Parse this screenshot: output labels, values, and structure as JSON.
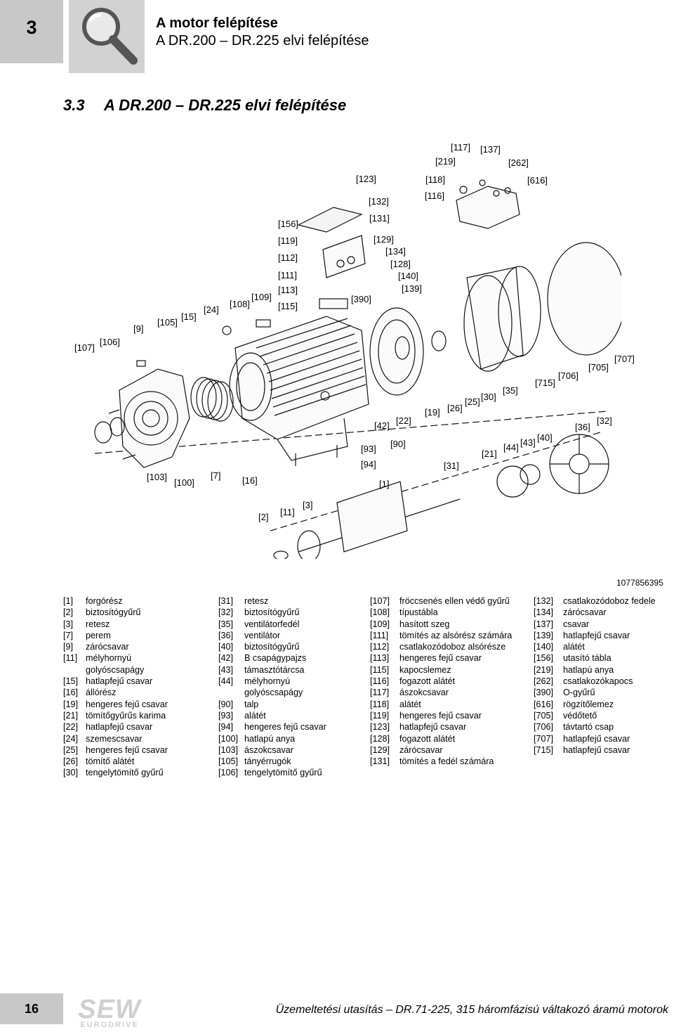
{
  "header": {
    "chapter": "3",
    "title": "A motor felépítése",
    "subtitle": "A DR.200 – DR.225 elvi felépítése",
    "icon": "magnifier-icon"
  },
  "section": {
    "number": "3.3",
    "title": "A DR.200 – DR.225 elvi felépítése"
  },
  "drawing": {
    "doc_id": "1077856395",
    "callouts": {
      "c117": "[117]",
      "c137": "[137]",
      "c219": "[219]",
      "c262": "[262]",
      "c123": "[123]",
      "c118": "[118]",
      "c616": "[616]",
      "c116": "[116]",
      "c132": "[132]",
      "c131": "[131]",
      "c156": "[156]",
      "c119": "[119]",
      "c129": "[129]",
      "c134": "[134]",
      "c112": "[112]",
      "c128": "[128]",
      "c111": "[111]",
      "c140": "[140]",
      "c113": "[113]",
      "c139": "[139]",
      "c109": "[109]",
      "c390": "[390]",
      "c108": "[108]",
      "c115": "[115]",
      "c24": "[24]",
      "c15": "[15]",
      "c105": "[105]",
      "c9": "[9]",
      "c106": "[106]",
      "c107": "[107]",
      "c707": "[707]",
      "c705": "[705]",
      "c706": "[706]",
      "c715": "[715]",
      "c35": "[35]",
      "c30": "[30]",
      "c25": "[25]",
      "c26": "[26]",
      "c19": "[19]",
      "c22": "[22]",
      "c42": "[42]",
      "c32": "[32]",
      "c36": "[36]",
      "c40": "[40]",
      "c43": "[43]",
      "c44": "[44]",
      "c21": "[21]",
      "c90": "[90]",
      "c93": "[93]",
      "c94": "[94]",
      "c31": "[31]",
      "c1": "[1]",
      "c103": "[103]",
      "c100": "[100]",
      "c7": "[7]",
      "c16": "[16]",
      "c3": "[3]",
      "c11": "[11]",
      "c2": "[2]"
    }
  },
  "legend": {
    "col1": [
      {
        "num": "[1]",
        "text": "forgórész"
      },
      {
        "num": "[2]",
        "text": "biztosítógyűrű"
      },
      {
        "num": "[3]",
        "text": "retesz"
      },
      {
        "num": "[7]",
        "text": "perem"
      },
      {
        "num": "[9]",
        "text": "zárócsavar"
      },
      {
        "num": "[11]",
        "text": "mélyhornyú"
      },
      {
        "num": "",
        "text": "golyóscsapágy"
      },
      {
        "num": "[15]",
        "text": "hatlapfejű csavar"
      },
      {
        "num": "[16]",
        "text": "állórész"
      },
      {
        "num": "[19]",
        "text": "hengeres fejű csavar"
      },
      {
        "num": "[21]",
        "text": "tömítőgyűrűs karima"
      },
      {
        "num": "[22]",
        "text": "hatlapfejű csavar"
      },
      {
        "num": "[24]",
        "text": "szemescsavar"
      },
      {
        "num": "[25]",
        "text": "hengeres fejű csavar"
      },
      {
        "num": "[26]",
        "text": "tömítő alátét"
      },
      {
        "num": "[30]",
        "text": "tengelytömítő gyűrű"
      }
    ],
    "col2": [
      {
        "num": "[31]",
        "text": "retesz"
      },
      {
        "num": "[32]",
        "text": "biztosítógyűrű"
      },
      {
        "num": "[35]",
        "text": "ventilátorfedél"
      },
      {
        "num": "[36]",
        "text": "ventilátor"
      },
      {
        "num": "[40]",
        "text": "biztosítógyűrű"
      },
      {
        "num": "[42]",
        "text": "B csapágypajzs"
      },
      {
        "num": "[43]",
        "text": "támasztótárcsa"
      },
      {
        "num": "[44]",
        "text": "mélyhornyú"
      },
      {
        "num": "",
        "text": "golyóscsapágy"
      },
      {
        "num": "[90]",
        "text": "talp"
      },
      {
        "num": "[93]",
        "text": "alátét"
      },
      {
        "num": "[94]",
        "text": "hengeres fejű csavar"
      },
      {
        "num": "[100]",
        "text": "hatlapú anya"
      },
      {
        "num": "[103]",
        "text": "ászokcsavar"
      },
      {
        "num": "[105]",
        "text": "tányérrugók"
      },
      {
        "num": "[106]",
        "text": "tengelytömítő gyűrű"
      }
    ],
    "col3": [
      {
        "num": "[107]",
        "text": "fröccsenés ellen védő gyűrű"
      },
      {
        "num": "[108]",
        "text": "típustábla"
      },
      {
        "num": "[109]",
        "text": "hasított szeg"
      },
      {
        "num": "[111]",
        "text": "tömítés az alsórész számára"
      },
      {
        "num": "[112]",
        "text": "csatlakozódoboz alsórésze"
      },
      {
        "num": "[113]",
        "text": "hengeres fejű csavar"
      },
      {
        "num": "[115]",
        "text": "kapocslemez"
      },
      {
        "num": "[116]",
        "text": "fogazott alátét"
      },
      {
        "num": "[117]",
        "text": "ászokcsavar"
      },
      {
        "num": "[118]",
        "text": "alátét"
      },
      {
        "num": "[119]",
        "text": "hengeres fejű csavar"
      },
      {
        "num": "[123]",
        "text": "hatlapfejű csavar"
      },
      {
        "num": "[128]",
        "text": "fogazott alátét"
      },
      {
        "num": "[129]",
        "text": "zárócsavar"
      },
      {
        "num": "[131]",
        "text": "tömítés a fedél számára"
      }
    ],
    "col4": [
      {
        "num": "[132]",
        "text": "csatlakozódoboz fedele"
      },
      {
        "num": "[134]",
        "text": "zárócsavar"
      },
      {
        "num": "[137]",
        "text": "csavar"
      },
      {
        "num": "[139]",
        "text": "hatlapfejű csavar"
      },
      {
        "num": "[140]",
        "text": "alátét"
      },
      {
        "num": "[156]",
        "text": "utasító tábla"
      },
      {
        "num": "[219]",
        "text": "hatlapú anya"
      },
      {
        "num": "[262]",
        "text": "csatlakozókapocs"
      },
      {
        "num": "[390]",
        "text": "O-gyűrű"
      },
      {
        "num": "[616]",
        "text": "rögzítőlemez"
      },
      {
        "num": "[705]",
        "text": "védőtető"
      },
      {
        "num": "[706]",
        "text": "távtartó csap"
      },
      {
        "num": "[707]",
        "text": "hatlapfejű csavar"
      },
      {
        "num": "[715]",
        "text": "hatlapfejű csavar"
      }
    ]
  },
  "footer": {
    "page": "16",
    "logo_text": "SEW",
    "logo_sub": "EURODRIVE",
    "document": "Üzemeltetési utasítás – DR.71-225, 315 háromfázisú váltakozó áramú motorok"
  }
}
